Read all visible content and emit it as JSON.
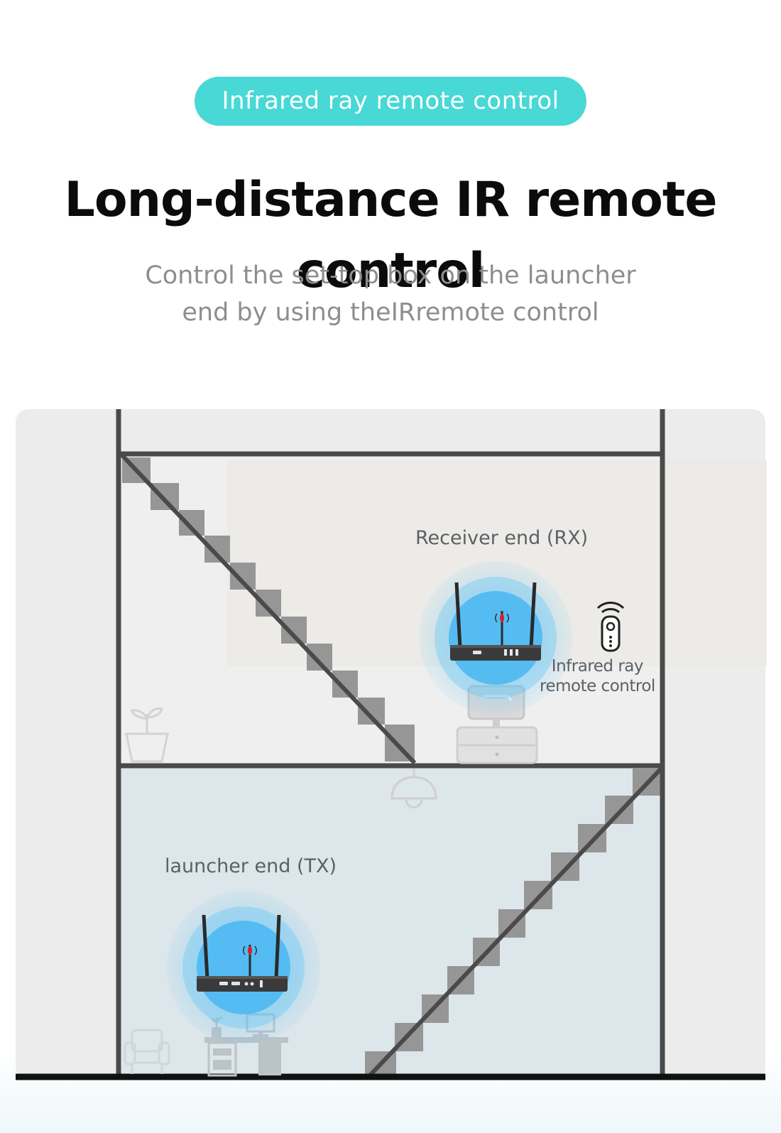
{
  "badge": {
    "label": "Infrared ray remote control"
  },
  "headline": "Long-distance IR remote control",
  "subtitle": {
    "line1": "Control the set-top box on the launcher",
    "line2": "end by using theIRremote control"
  },
  "scene": {
    "receiver_label": "Receiver end (RX)",
    "launcher_label": "launcher end (TX)",
    "remote_label_line1": "Infrared ray",
    "remote_label_line2": "remote control",
    "icons": [
      "router-icon",
      "remote-control-icon",
      "plant-icon",
      "tv-icon",
      "cabinet-icon",
      "lamp-icon",
      "armchair-icon",
      "desk-icon",
      "monitor-icon"
    ],
    "colors": {
      "signal_glow": "#5cc2f5",
      "signal_core": "#48b7f2",
      "badge": "#48d8d5",
      "walls": "#4a4a4a",
      "room_upper": "#efefef",
      "room_lower": "#dde6ea",
      "stair_steps": "#969696"
    }
  }
}
